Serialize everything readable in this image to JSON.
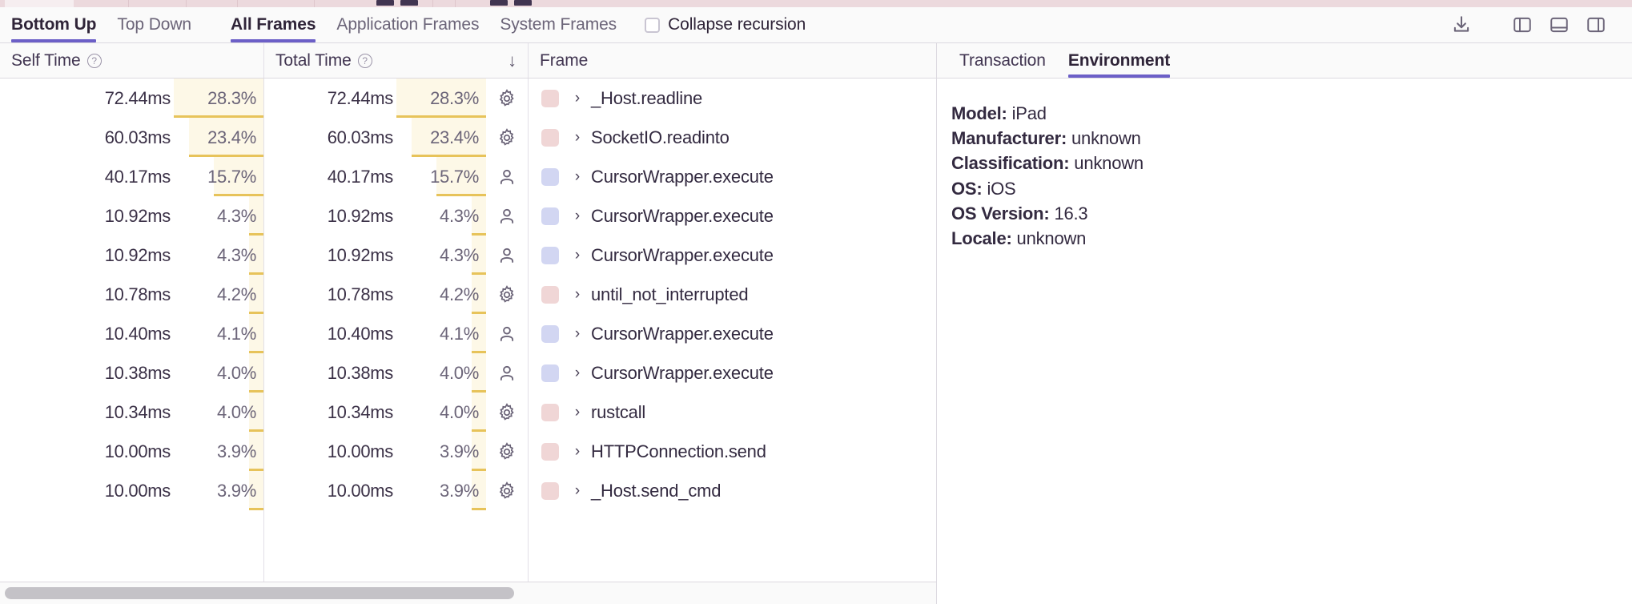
{
  "toolbar": {
    "view_tabs": [
      {
        "label": "Bottom Up",
        "active": true
      },
      {
        "label": "Top Down",
        "active": false
      }
    ],
    "frame_tabs": [
      {
        "label": "All Frames",
        "active": true
      },
      {
        "label": "Application Frames",
        "active": false
      },
      {
        "label": "System Frames",
        "active": false
      }
    ],
    "collapse_recursion": {
      "label": "Collapse recursion",
      "checked": false
    },
    "icons": [
      {
        "name": "download-icon"
      },
      {
        "name": "panel-left-icon"
      },
      {
        "name": "panel-bottom-icon"
      },
      {
        "name": "panel-right-icon"
      }
    ]
  },
  "table": {
    "columns": [
      {
        "key": "self_time",
        "label": "Self Time",
        "help": "?",
        "sorted": false
      },
      {
        "key": "total_time",
        "label": "Total Time",
        "help": "?",
        "sorted": true,
        "sort_dir": "desc",
        "sort_glyph": "↓"
      },
      {
        "key": "frame",
        "label": "Frame"
      }
    ],
    "rows": [
      {
        "self_time": "72.44ms",
        "self_pct": "28.3%",
        "self_pct_value": 28.3,
        "total_time": "72.44ms",
        "total_pct": "28.3%",
        "total_pct_value": 28.3,
        "kind": "system-gear-icon",
        "swatch": "#f0d6d6",
        "frame": "_Host.readline"
      },
      {
        "self_time": "60.03ms",
        "self_pct": "23.4%",
        "self_pct_value": 23.4,
        "total_time": "60.03ms",
        "total_pct": "23.4%",
        "total_pct_value": 23.4,
        "kind": "system-gear-icon",
        "swatch": "#f0d6d6",
        "frame": "SocketIO.readinto"
      },
      {
        "self_time": "40.17ms",
        "self_pct": "15.7%",
        "self_pct_value": 15.7,
        "total_time": "40.17ms",
        "total_pct": "15.7%",
        "total_pct_value": 15.7,
        "kind": "application-person-icon",
        "swatch": "#d2d6f2",
        "frame": "CursorWrapper.execute"
      },
      {
        "self_time": "10.92ms",
        "self_pct": "4.3%",
        "self_pct_value": 4.3,
        "total_time": "10.92ms",
        "total_pct": "4.3%",
        "total_pct_value": 4.3,
        "kind": "application-person-icon",
        "swatch": "#d2d6f2",
        "frame": "CursorWrapper.execute"
      },
      {
        "self_time": "10.92ms",
        "self_pct": "4.3%",
        "self_pct_value": 4.3,
        "total_time": "10.92ms",
        "total_pct": "4.3%",
        "total_pct_value": 4.3,
        "kind": "application-person-icon",
        "swatch": "#d2d6f2",
        "frame": "CursorWrapper.execute"
      },
      {
        "self_time": "10.78ms",
        "self_pct": "4.2%",
        "self_pct_value": 4.2,
        "total_time": "10.78ms",
        "total_pct": "4.2%",
        "total_pct_value": 4.2,
        "kind": "system-gear-icon",
        "swatch": "#f0d6d6",
        "frame": "until_not_interrupted"
      },
      {
        "self_time": "10.40ms",
        "self_pct": "4.1%",
        "self_pct_value": 4.1,
        "total_time": "10.40ms",
        "total_pct": "4.1%",
        "total_pct_value": 4.1,
        "kind": "application-person-icon",
        "swatch": "#d2d6f2",
        "frame": "CursorWrapper.execute"
      },
      {
        "self_time": "10.38ms",
        "self_pct": "4.0%",
        "self_pct_value": 4.0,
        "total_time": "10.38ms",
        "total_pct": "4.0%",
        "total_pct_value": 4.0,
        "kind": "application-person-icon",
        "swatch": "#d2d6f2",
        "frame": "CursorWrapper.execute"
      },
      {
        "self_time": "10.34ms",
        "self_pct": "4.0%",
        "self_pct_value": 4.0,
        "total_time": "10.34ms",
        "total_pct": "4.0%",
        "total_pct_value": 4.0,
        "kind": "system-gear-icon",
        "swatch": "#f0d6d6",
        "frame": "rustcall"
      },
      {
        "self_time": "10.00ms",
        "self_pct": "3.9%",
        "self_pct_value": 3.9,
        "total_time": "10.00ms",
        "total_pct": "3.9%",
        "total_pct_value": 3.9,
        "kind": "system-gear-icon",
        "swatch": "#f0d6d6",
        "frame": "HTTPConnection.send"
      },
      {
        "self_time": "10.00ms",
        "self_pct": "3.9%",
        "self_pct_value": 3.9,
        "total_time": "10.00ms",
        "total_pct": "3.9%",
        "total_pct_value": 3.9,
        "kind": "system-gear-icon",
        "swatch": "#f0d6d6",
        "frame": "_Host.send_cmd"
      }
    ],
    "expand_chevron": "›",
    "scrollbar": {
      "thumb_pct": 55
    }
  },
  "detail": {
    "tabs": [
      {
        "label": "Transaction",
        "active": false
      },
      {
        "label": "Environment",
        "active": true
      }
    ],
    "environment": [
      {
        "key": "Model:",
        "value": "iPad"
      },
      {
        "key": "Manufacturer:",
        "value": "unknown"
      },
      {
        "key": "Classification:",
        "value": "unknown"
      },
      {
        "key": "OS:",
        "value": "iOS"
      },
      {
        "key": "OS Version:",
        "value": "16.3"
      },
      {
        "key": "Locale:",
        "value": "unknown"
      }
    ]
  },
  "colors": {
    "accent": "#6c5fc7",
    "pct_highlight_bg": "#fdf8e7",
    "pct_bar": "#e7c35a",
    "swatch_system": "#f0d6d6",
    "swatch_application": "#d2d6f2",
    "flame_strip": "#ecd9dd"
  }
}
